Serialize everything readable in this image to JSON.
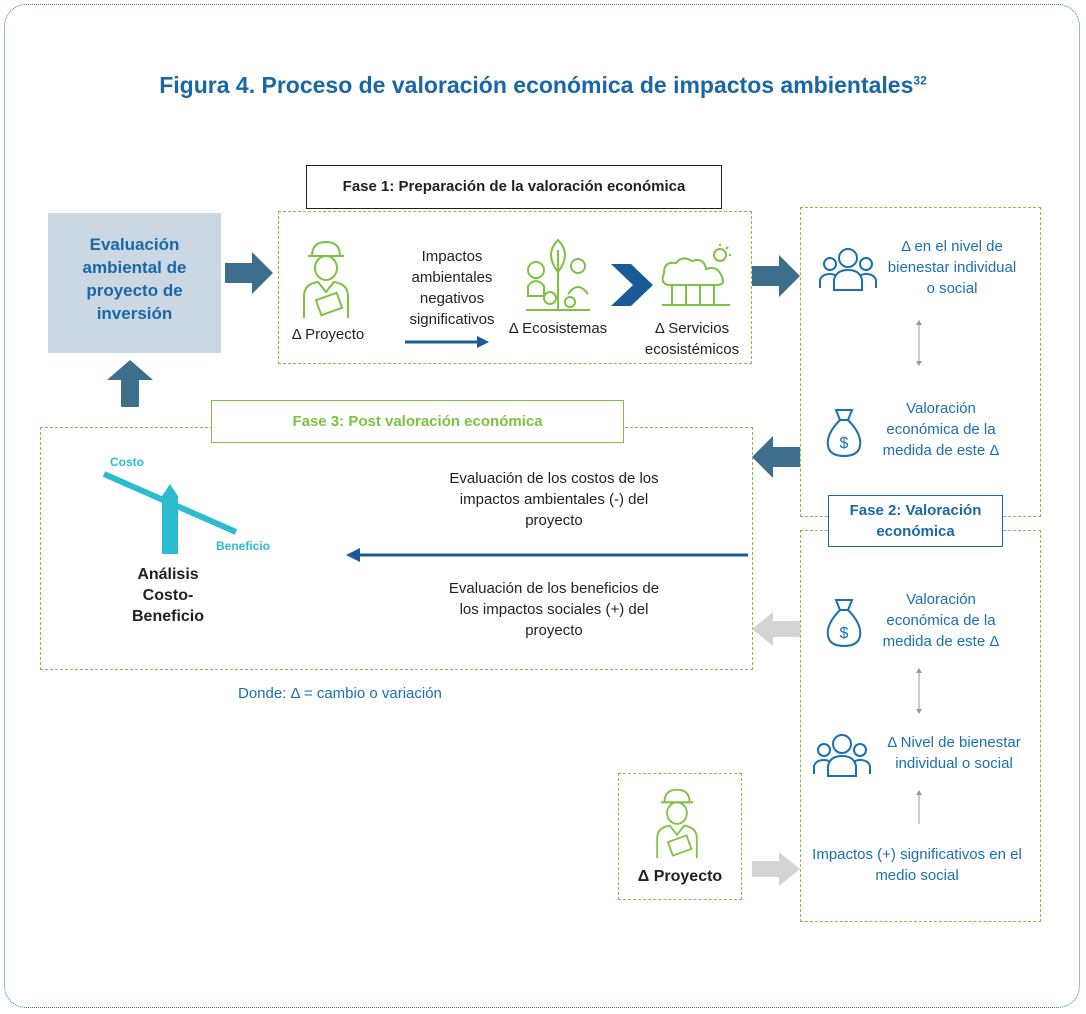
{
  "title": "Figura 4. Proceso de valoración económica de impactos ambientales",
  "title_superscript": "32",
  "colors": {
    "navy": "#1a67a7",
    "arrow": "#3d6e8c",
    "green": "#7dc242",
    "cyan": "#2cbcd0",
    "grey": "#d4d4d4",
    "eval_box": "#cbd8e4"
  },
  "eval_box": "Evaluación ambiental de proyecto de inversión",
  "phase1": {
    "label": "Fase 1: Preparación de la valoración económica",
    "proyecto": "Δ Proyecto",
    "impactos": "Impactos ambientales negativos significativos",
    "ecosistemas": "Δ Ecosistemas",
    "servicios": "Δ Servicios ecosistémicos"
  },
  "right_top": {
    "bienestar": "Δ en el nivel de bienestar individual o social",
    "valoracion": "Valoración económica de la medida de este Δ"
  },
  "phase2": {
    "label": "Fase 2: Valoración económica",
    "valoracion": "Valoración económica de la medida de este Δ",
    "bienestar": "Δ Nivel de bienestar individual o social",
    "impactos": "Impactos (+) significativos en el medio social"
  },
  "phase3": {
    "label": "Fase 3: Post valoración económica",
    "costo": "Costo",
    "beneficio": "Beneficio",
    "analisis": "Análisis Costo-Beneficio",
    "eval_costos": "Evaluación de los costos de los impactos ambientales (-) del proyecto",
    "eval_beneficios": "Evaluación de los beneficios de los impactos sociales (+) del proyecto"
  },
  "proyecto_bottom": "Δ Proyecto",
  "legend": "Donde: Δ = cambio o variación",
  "icons": [
    "worker-icon",
    "ecosystem-icon",
    "forest-icon",
    "people-icon",
    "money-bag-icon"
  ]
}
